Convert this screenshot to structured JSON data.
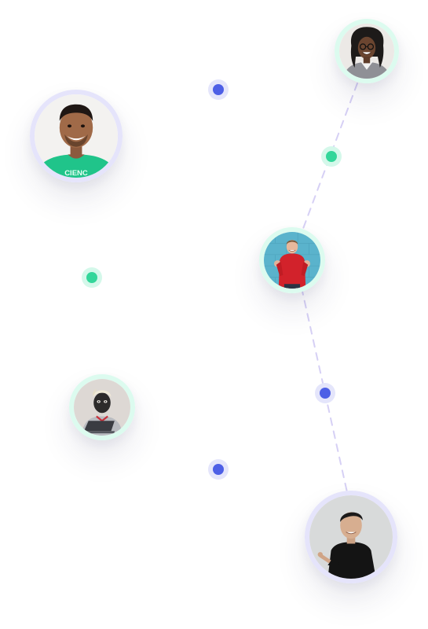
{
  "colors": {
    "accent_blue": "#4d5fe6",
    "accent_green": "#33d69a",
    "ring_green": "#dcfbef",
    "ring_purple": "#e5e4fb",
    "connector": "#d6d0f5"
  },
  "avatars": [
    {
      "name": "avatar-woman-glasses",
      "ring": "green"
    },
    {
      "name": "avatar-man-green-shirt",
      "ring": "purple"
    },
    {
      "name": "avatar-man-red-sweater",
      "ring": "green"
    },
    {
      "name": "avatar-person-laptop",
      "ring": "green"
    },
    {
      "name": "avatar-man-black-shirt",
      "ring": "purple"
    }
  ],
  "markers": [
    {
      "color": "blue"
    },
    {
      "color": "green"
    },
    {
      "color": "green"
    },
    {
      "color": "blue"
    },
    {
      "color": "blue"
    }
  ]
}
